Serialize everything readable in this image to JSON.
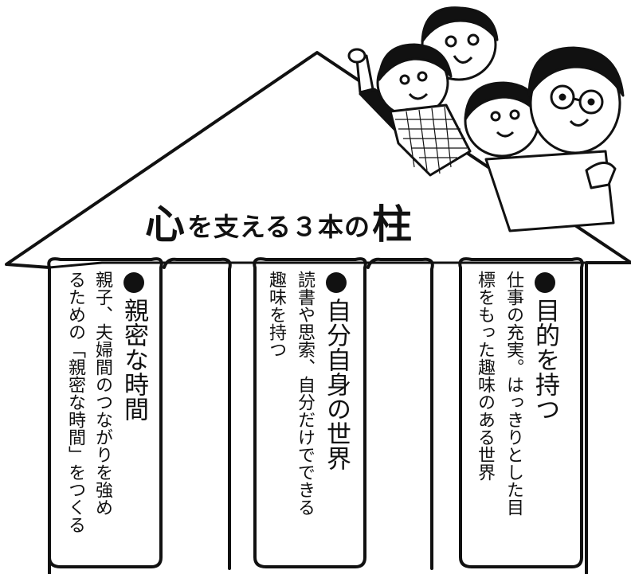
{
  "title": {
    "kokoro": "心",
    "wo_sasaeru": "を支える３本の",
    "hashira": "柱"
  },
  "pillars": [
    {
      "heading": "親密な時間",
      "text_lines": [
        "親子、夫婦間のつながりを強め",
        "るための「親密な時間」をつくる"
      ]
    },
    {
      "heading": "自分自身の世界",
      "text_lines": [
        "読書や思索、自分だけでできる",
        "趣味を持つ"
      ]
    },
    {
      "heading": "目的を持つ",
      "text_lines": [
        "仕事の充実。はっきりとした目",
        "標をもった趣味のある世界"
      ]
    }
  ],
  "illustration": {
    "subject": "family-of-four-on-roof"
  }
}
